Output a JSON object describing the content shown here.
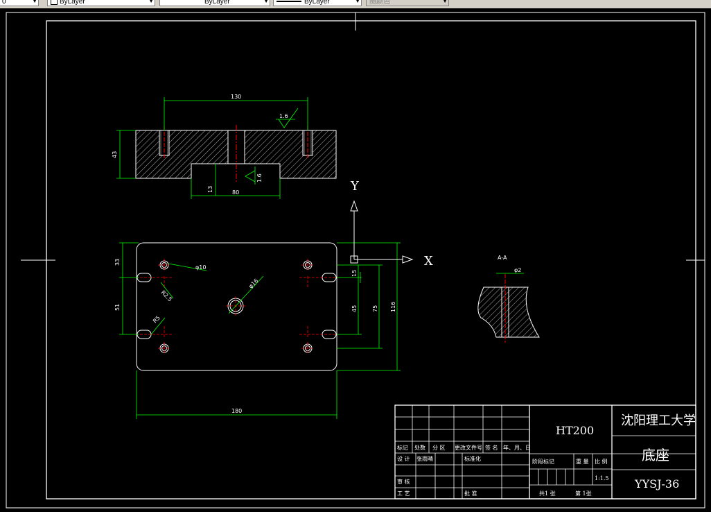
{
  "toolbar": {
    "layer_value": "0",
    "color_value": "ByLayer",
    "linetype_value": "ByLayer",
    "lineweight_value": "ByLayer",
    "plotstyle_value": "随颜色"
  },
  "colors": {
    "background": "#000000",
    "outline": "#ffffff",
    "dimension": "#00ff00",
    "centerline": "#ff0000"
  },
  "drawing": {
    "dims": {
      "top_width": "130",
      "top_height": "43",
      "groove_depth": "13",
      "groove_width": "80",
      "roughness_top": "1.6",
      "roughness_groove": "1.6",
      "plan_length": "180",
      "left_33": "33",
      "left_51": "51",
      "dia_10": "φ10",
      "r_dim": "R2.5",
      "r15": "R5",
      "dia_16": "φ16",
      "right_15": "15",
      "right_45": "45",
      "right_75": "75",
      "right_116": "116",
      "section_label": "A-A",
      "section_dia": "φ2"
    },
    "ucs": {
      "y_label": "Y",
      "x_label": "X"
    }
  },
  "title_block": {
    "material": "HT200",
    "school": "沈阳理工大学",
    "part_name": "底座",
    "drawing_no": "YYSJ-36",
    "scale": "1:1.5",
    "header_row": [
      "标记",
      "处数",
      "分 区",
      "更改文件号",
      "签 名",
      "年、月、日"
    ],
    "design_label": "设 计",
    "designer": "张雨晴",
    "standard_label": "标准化",
    "stage_label": "阶段标记",
    "weight_label": "重 量",
    "scale_label": "比 例",
    "review_label": "审 核",
    "process_label": "工 艺",
    "approve_label": "批 准",
    "sheets_total": "共1 张",
    "sheet_no": "第 1张"
  }
}
